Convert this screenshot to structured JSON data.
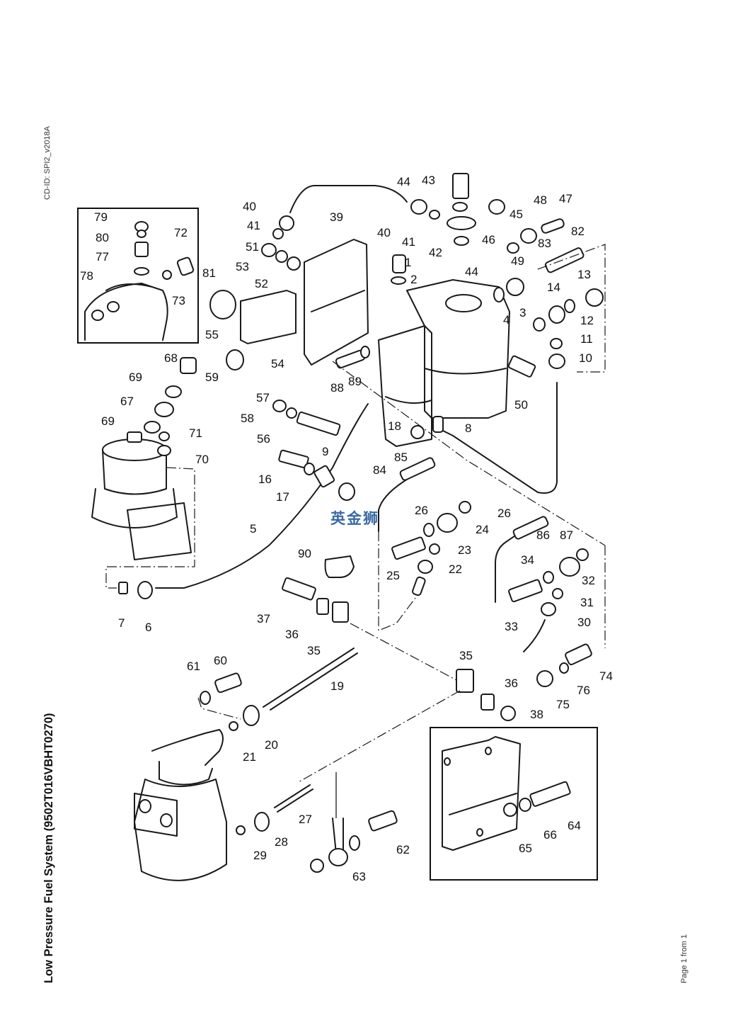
{
  "document": {
    "cd_id": "CD-ID: SPI2_v2018A",
    "title": "Low Pressure Fuel System (9502T016VBHT0270)",
    "footer": "Page 1 from 1",
    "watermark": "英金狮"
  },
  "diagram": {
    "type": "exploded-parts-view",
    "callouts": {
      "c1": "1",
      "c2": "2",
      "c3": "3",
      "c4": "4",
      "c5": "5",
      "c6": "6",
      "c7": "7",
      "c8": "8",
      "c9": "9",
      "c10": "10",
      "c11": "11",
      "c12": "12",
      "c13": "13",
      "c14": "14",
      "c16": "16",
      "c17": "17",
      "c18": "18",
      "c19": "19",
      "c20": "20",
      "c21": "21",
      "c22": "22",
      "c23": "23",
      "c24": "24",
      "c25": "25",
      "c26a": "26",
      "c26b": "26",
      "c27": "27",
      "c28": "28",
      "c29": "29",
      "c30": "30",
      "c31": "31",
      "c32": "32",
      "c33": "33",
      "c34": "34",
      "c35a": "35",
      "c35b": "35",
      "c36a": "36",
      "c36b": "36",
      "c37": "37",
      "c38": "38",
      "c39": "39",
      "c40a": "40",
      "c40b": "40",
      "c41a": "41",
      "c41b": "41",
      "c42": "42",
      "c43": "43",
      "c44a": "44",
      "c44b": "44",
      "c45": "45",
      "c46": "46",
      "c47": "47",
      "c48": "48",
      "c49": "49",
      "c50": "50",
      "c51": "51",
      "c52": "52",
      "c53": "53",
      "c54": "54",
      "c55": "55",
      "c56": "56",
      "c57": "57",
      "c58": "58",
      "c59": "59",
      "c60": "60",
      "c61": "61",
      "c62": "62",
      "c63": "63",
      "c64": "64",
      "c65": "65",
      "c66": "66",
      "c67": "67",
      "c68": "68",
      "c69a": "69",
      "c69b": "69",
      "c70": "70",
      "c71": "71",
      "c72": "72",
      "c73": "73",
      "c74": "74",
      "c75": "75",
      "c76": "76",
      "c77": "77",
      "c78": "78",
      "c79": "79",
      "c80": "80",
      "c81": "81",
      "c82": "82",
      "c83": "83",
      "c84": "84",
      "c85": "85",
      "c86": "86",
      "c87": "87",
      "c88": "88",
      "c89": "89",
      "c90": "90"
    }
  }
}
